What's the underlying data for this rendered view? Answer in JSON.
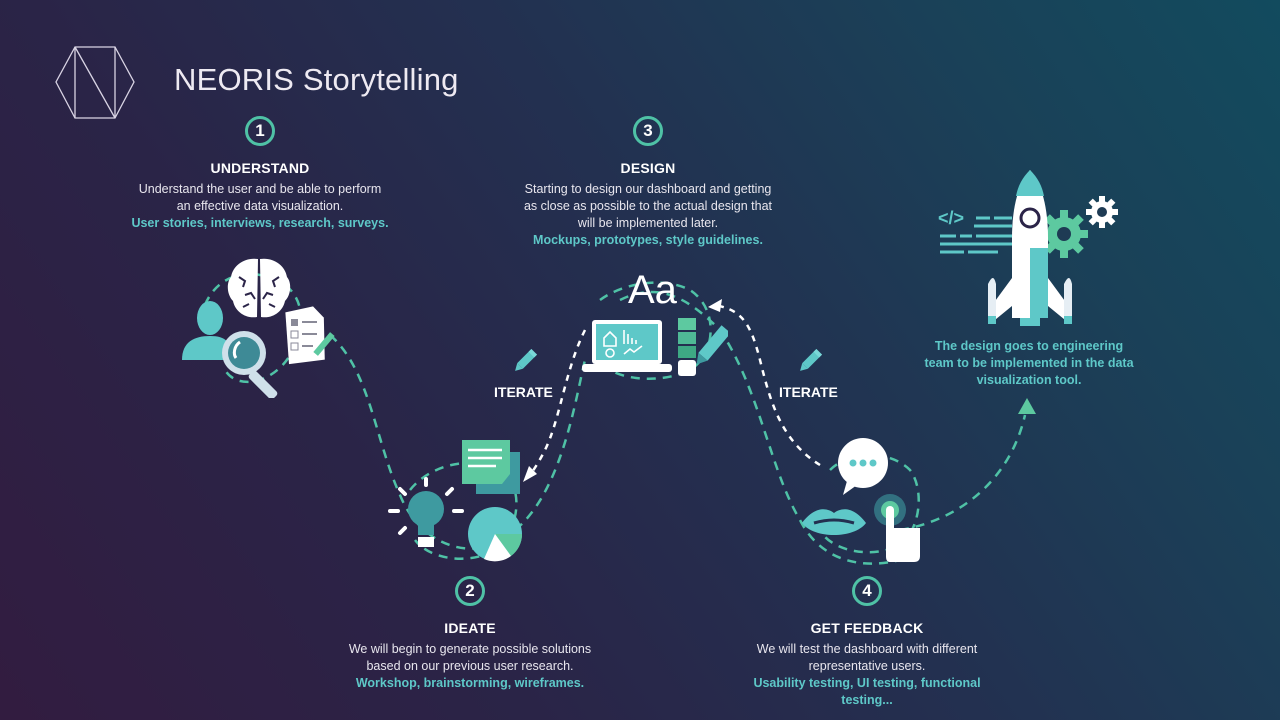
{
  "header": {
    "title": "NEORIS Storytelling",
    "logo_icon": "hexagon-n-logo-icon"
  },
  "colors": {
    "accent_teal": "#4fc2a6",
    "tag_text": "#5ec8c8",
    "icon_teal": "#5ec8c8",
    "icon_green": "#5dc9a0",
    "background_start": "#321c40",
    "background_end": "#124b5e"
  },
  "steps": [
    {
      "number": "1",
      "title": "UNDERSTAND",
      "description_lines": [
        "Understand the user and be able to perform",
        "an effective data visualization."
      ],
      "tags": "User stories, interviews, research, surveys.",
      "icons": [
        "brain-icon",
        "user-icon",
        "magnifier-icon",
        "checklist-document-icon"
      ]
    },
    {
      "number": "2",
      "title": "IDEATE",
      "description_lines": [
        "We will begin to generate possible solutions",
        "based on our previous user research."
      ],
      "tags": "Workshop, brainstorming, wireframes.",
      "icons": [
        "lightbulb-icon",
        "notes-icon",
        "pie-chart-icon"
      ]
    },
    {
      "number": "3",
      "title": "DESIGN",
      "description_lines": [
        "Starting to design our dashboard and getting",
        "as close as possible to the actual design that",
        "will be implemented later."
      ],
      "tags": "Mockups, prototypes, style guidelines.",
      "icon_text": "Aa",
      "icons": [
        "typography-icon",
        "laptop-dashboard-icon",
        "color-swatch-icon",
        "pencil-icon"
      ]
    },
    {
      "number": "4",
      "title": "GET FEEDBACK",
      "description_lines": [
        "We will test the dashboard with different",
        "representative users."
      ],
      "tags_lines": [
        "Usability testing, UI testing, functional",
        "testing..."
      ],
      "icons": [
        "speech-bubble-icon",
        "lips-icon",
        "touch-hand-icon"
      ]
    }
  ],
  "iterate_labels": [
    "ITERATE",
    "ITERATE"
  ],
  "final": {
    "text_lines": [
      "The design goes to engineering",
      "team to be implemented in the data",
      "visualization tool."
    ],
    "icons": [
      "rocket-icon",
      "code-icon",
      "gears-icon"
    ],
    "code_glyph": "</>"
  }
}
